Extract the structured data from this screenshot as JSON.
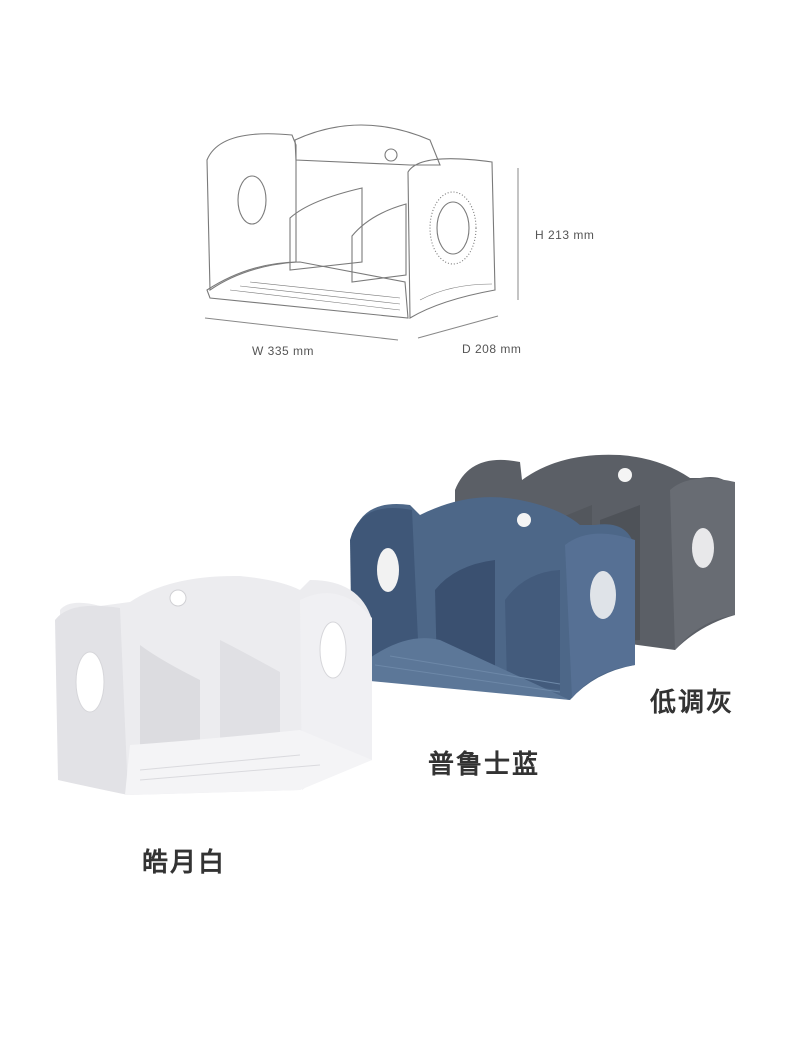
{
  "dimensions": {
    "height": "H 213 mm",
    "width": "W 335 mm",
    "depth": "D 208 mm"
  },
  "variants": [
    {
      "name": "皓月白",
      "color": "#ececef"
    },
    {
      "name": "普鲁士蓝",
      "color": "#4d6788"
    },
    {
      "name": "低调灰",
      "color": "#5b5f66"
    }
  ],
  "colors": {
    "line_drawing": "#7a7a7a",
    "background": "#ffffff"
  }
}
